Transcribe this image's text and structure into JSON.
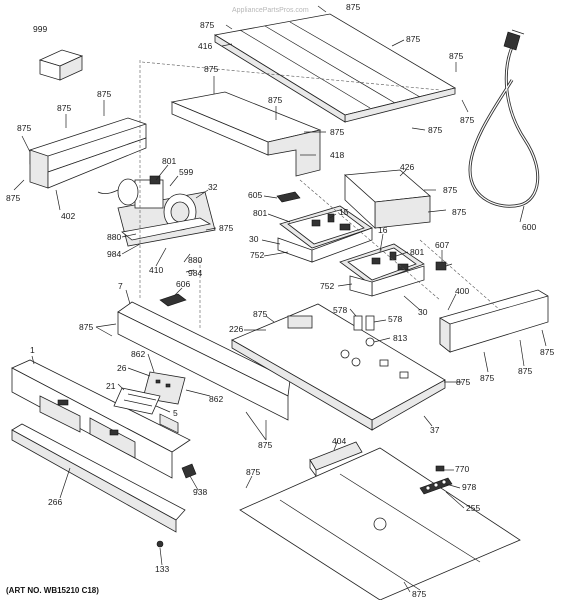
{
  "watermark": "AppliancePartsPros.com",
  "art_number": "(ART NO. WB15210 C18)",
  "parts": {
    "p999": "999",
    "p875": "875",
    "p416": "416",
    "p418": "418",
    "p402": "402",
    "p801": "801",
    "p599": "599",
    "p32": "32",
    "p880": "880",
    "p984": "984",
    "p410": "410",
    "p605": "605",
    "p15": "15",
    "p30": "30",
    "p752": "752",
    "p16": "16",
    "p426": "426",
    "p607": "607",
    "p600": "600",
    "p606": "606",
    "p7": "7",
    "p226": "226",
    "p578": "578",
    "p813": "813",
    "p400": "400",
    "p1": "1",
    "p26": "26",
    "p862": "862",
    "p21": "21",
    "p5": "5",
    "p37": "37",
    "p404": "404",
    "p770": "770",
    "p978": "978",
    "p255": "255",
    "p938": "938",
    "p266": "266",
    "p133": "133"
  }
}
